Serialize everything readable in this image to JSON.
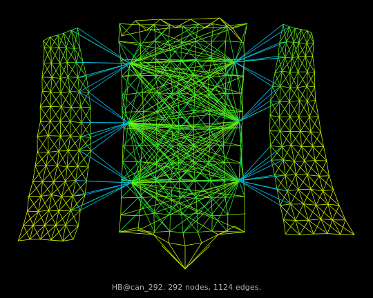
{
  "figure": {
    "caption": "HB@can_292. 292 nodes, 1124 edges.",
    "background_color": "#000000",
    "caption_color": "#b4b4b4",
    "edge_color_scale": [
      "#1a3cff",
      "#00d2c8",
      "#28e628",
      "#aaf000",
      "#ffea00"
    ],
    "matrix_name": "HB@can_292",
    "node_count": 292,
    "edge_count": 1124
  }
}
